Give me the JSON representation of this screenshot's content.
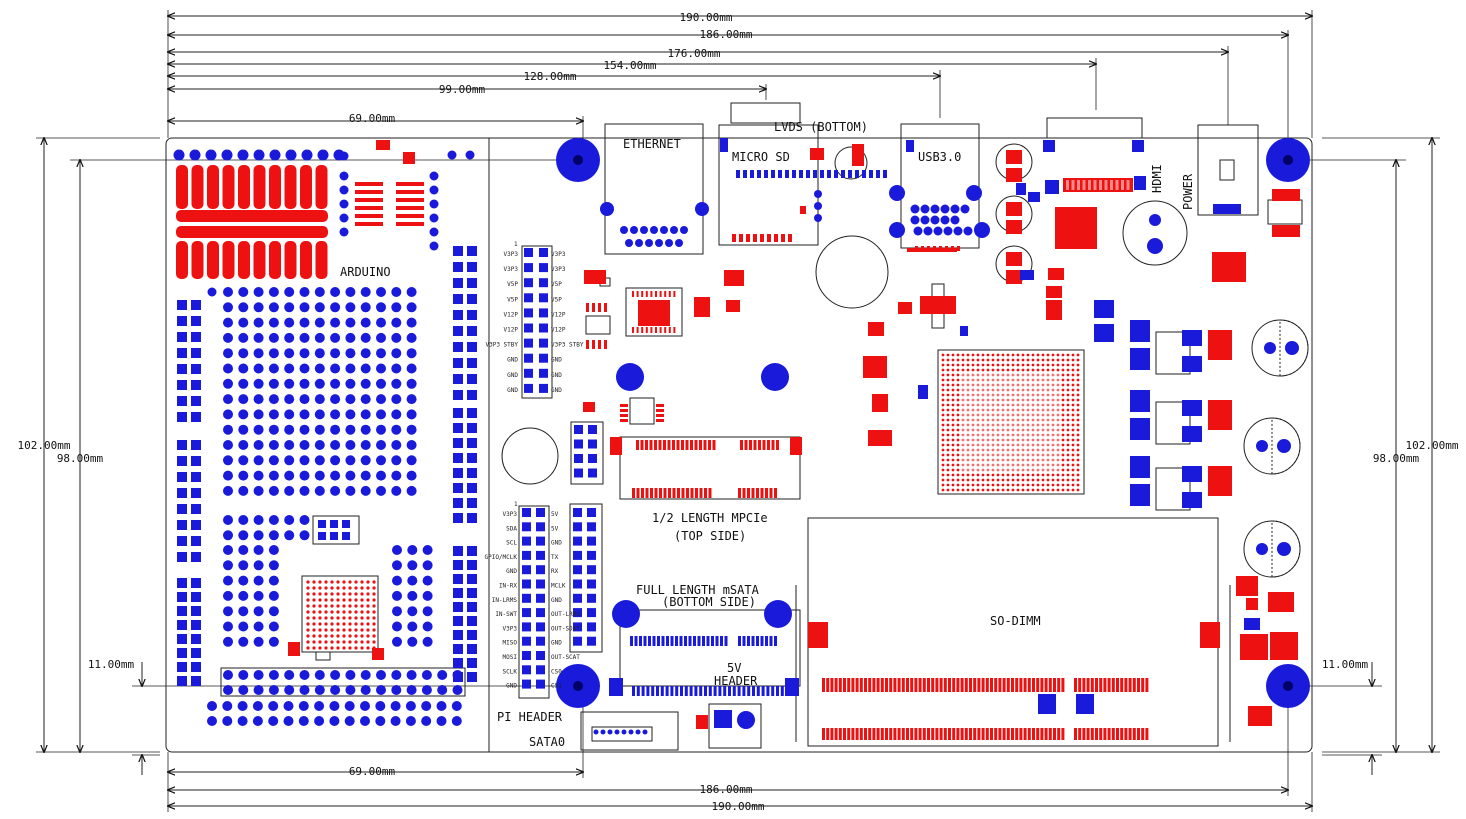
{
  "colors": {
    "pad_blue": "#1a1adb",
    "pad_red": "#ee1111",
    "outline": "#222222",
    "background": "#ffffff"
  },
  "dimensions": {
    "top": [
      "190.00mm",
      "186.00mm",
      "176.00mm",
      "154.00mm",
      "128.00mm",
      "99.00mm",
      "69.00mm"
    ],
    "bottom": [
      "69.00mm",
      "186.00mm",
      "190.00mm"
    ],
    "left_outer": "102.00mm",
    "left_inner": "98.00mm",
    "left_hole": "11.00mm",
    "right_outer": "102.00mm",
    "right_inner": "98.00mm",
    "right_hole": "11.00mm"
  },
  "labels": {
    "arduino": "ARDUINO",
    "ethernet": "ETHERNET",
    "lvds": "LVDS (BOTTOM)",
    "micro_sd": "MICRO SD",
    "usb3": "USB3.0",
    "hdmi": "HDMI",
    "power": "POWER",
    "mpcie_line1": "1/2 LENGTH MPCIe",
    "mpcie_line2": "(TOP SIDE)",
    "msata_line1": "FULL LENGTH mSATA",
    "msata_line2": "(BOTTOM SIDE)",
    "sodimm": "SO-DIMM",
    "header_5v_line1": "5V",
    "header_5v_line2": "HEADER",
    "pi_header": "PI HEADER",
    "sata": "SATA0"
  },
  "power_header": {
    "pin1": "1",
    "left": [
      "V3P3",
      "V3P3",
      "V5P",
      "V5P",
      "V12P",
      "V12P",
      "V3P3 STBY",
      "GND",
      "GND",
      "GND"
    ],
    "right": [
      "V3P3",
      "V3P3",
      "V5P",
      "V5P",
      "V12P",
      "V12P",
      "V3P3 STBY",
      "GND",
      "GND",
      "GND"
    ]
  },
  "pi_header_pins": {
    "pin1": "1",
    "left": [
      "V3P3",
      "SDA",
      "SCL",
      "GPIO/MCLK",
      "GND",
      "IN-RX",
      "IN-LRMS",
      "IN-SWT",
      "V3P3",
      "MISO",
      "MOSI",
      "SCLK",
      "GND"
    ],
    "right": [
      "5V",
      "5V",
      "GND",
      "TX",
      "RX",
      "MCLK",
      "GND",
      "OUT-LRMS",
      "OUT-SDAT",
      "GND",
      "OUT-SCAT",
      "CS0",
      "CS1"
    ]
  }
}
